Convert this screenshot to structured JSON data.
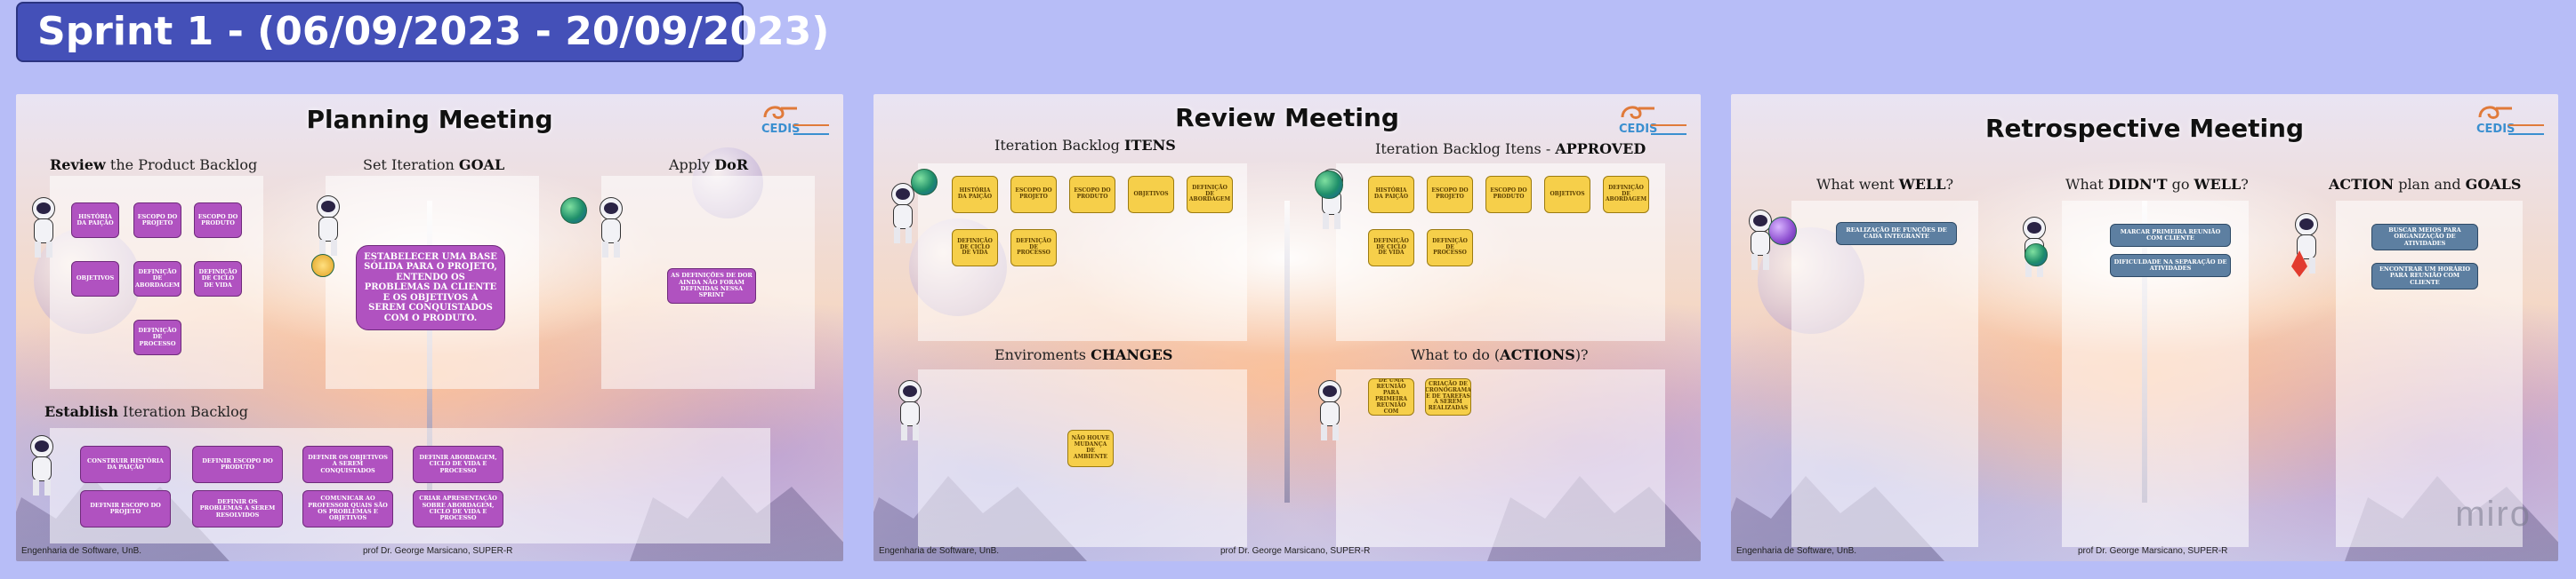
{
  "sprint_title": "Sprint 1 - (06/09/2023 - 20/09/2023)",
  "logo_text": "CEDIS",
  "watermark": "miro",
  "footer": {
    "left": "Engenharia de Software, UnB.",
    "right": "prof Dr. George Marsicano, SUPER-R"
  },
  "planning": {
    "title": "Planning Meeting",
    "review_backlog": {
      "strong": "Review",
      "rest": " the Product Backlog"
    },
    "set_goal": {
      "pre": "Set Iteration ",
      "strong": "GOAL"
    },
    "apply_dor": {
      "pre": "Apply ",
      "strong": "DoR"
    },
    "establish": {
      "strong": "Establish",
      "rest": " Iteration Backlog"
    },
    "backlog_notes": [
      "História da paição",
      "Escopo do projeto",
      "Escopo do produto",
      "Objetivos",
      "Definição de abordagem",
      "Definição de ciclo de vida",
      "Definição de processo"
    ],
    "goal_note": "Estabelecer uma base sólida para o projeto, entendo os problemas da cliente e os objetivos a serem conquistados com o produto.",
    "dor_note": "As definições de DoR ainda não foram definidas nessa sprint",
    "iteration_notes": [
      "Construir história da paição",
      "Definir escopo do produto",
      "Definir os objetivos a serem conquistados",
      "Definir abordagem, ciclo de vida e processo",
      "Definir escopo do projeto",
      "Definir os problemas a serem resolvidos",
      "Comunicar ao professor quais são os problemas e objetivos",
      "Criar apresentação sobre abordagem, ciclo de vida e processo"
    ]
  },
  "review": {
    "title": "Review Meeting",
    "backlog_items": {
      "pre": "Iteration Backlog ",
      "strong": "ITENS"
    },
    "approved": {
      "pre": "Iteration Backlog Itens - ",
      "strong": "APPROVED"
    },
    "changes": {
      "pre": "Enviroments ",
      "strong": "CHANGES"
    },
    "actions": {
      "pre": "What to do (",
      "strong": "ACTIONS",
      "post": ")?"
    },
    "items_notes": [
      "História da paição",
      "Escopo do projeto",
      "Escopo do produto",
      "Objetivos",
      "Definição de abordagem",
      "Definição de ciclo de vida",
      "Definição de processo"
    ],
    "approved_notes": [
      "História da paição",
      "Escopo do projeto",
      "Escopo do produto",
      "Objetivos",
      "Definição de abordagem",
      "Definição de ciclo de vida",
      "Definição de processo"
    ],
    "changes_notes": [
      "Não houve mudança de ambiente"
    ],
    "actions_notes": [
      "Realização de uma reunião para primeira reunião com cliente",
      "Criação de cronograma e de tarefas a serem realizadas"
    ]
  },
  "retro": {
    "title": "Retrospective Meeting",
    "went_well": {
      "pre": "What went ",
      "strong": "WELL",
      "post": "?"
    },
    "didnt_go_well": {
      "pre": "What ",
      "strong": "DIDN'T",
      "mid": " go ",
      "strong2": "WELL",
      "post": "?"
    },
    "action_plan": {
      "strong": "ACTION",
      "mid": " plan and ",
      "strong2": "GOALS"
    },
    "well_notes": [
      "Realização de funções de cada integrante"
    ],
    "not_well_notes": [
      "Marcar primeira reunião com cliente",
      "Dificuldade na separação de atividades"
    ],
    "action_notes": [
      "Buscar meios para organização de atividades",
      "Encontrar um horário para reunião com cliente"
    ]
  }
}
